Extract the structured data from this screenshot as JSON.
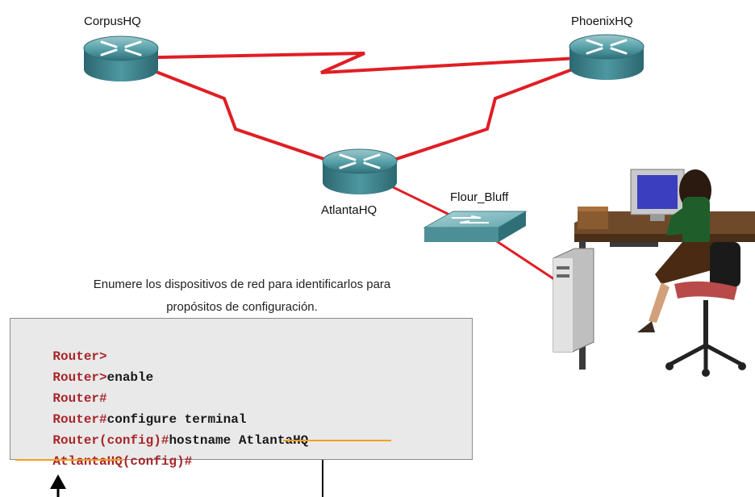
{
  "devices": {
    "corpus": "CorpusHQ",
    "phoenix": "PhoenixHQ",
    "atlanta": "AtlantaHQ",
    "switch": "Flour_Bluff"
  },
  "caption": {
    "line1": "Enumere los dispositivos de red para identificarlos para",
    "line2": "propósitos de configuración."
  },
  "terminal": {
    "lines": [
      {
        "prompt": "Router>",
        "cmd": ""
      },
      {
        "prompt": "Router>",
        "cmd": "enable"
      },
      {
        "prompt": "Router#",
        "cmd": ""
      },
      {
        "prompt": "Router#",
        "cmd": "configure terminal"
      },
      {
        "prompt": "Router(config)#",
        "cmd": "hostname AtlantaHQ"
      },
      {
        "prompt": "AtlantaHQ(config)#",
        "cmd": ""
      }
    ]
  },
  "colors": {
    "link": "#e01e25",
    "router": "#3e8a94",
    "prompt": "#a8262a",
    "underline": "#f0a020"
  }
}
